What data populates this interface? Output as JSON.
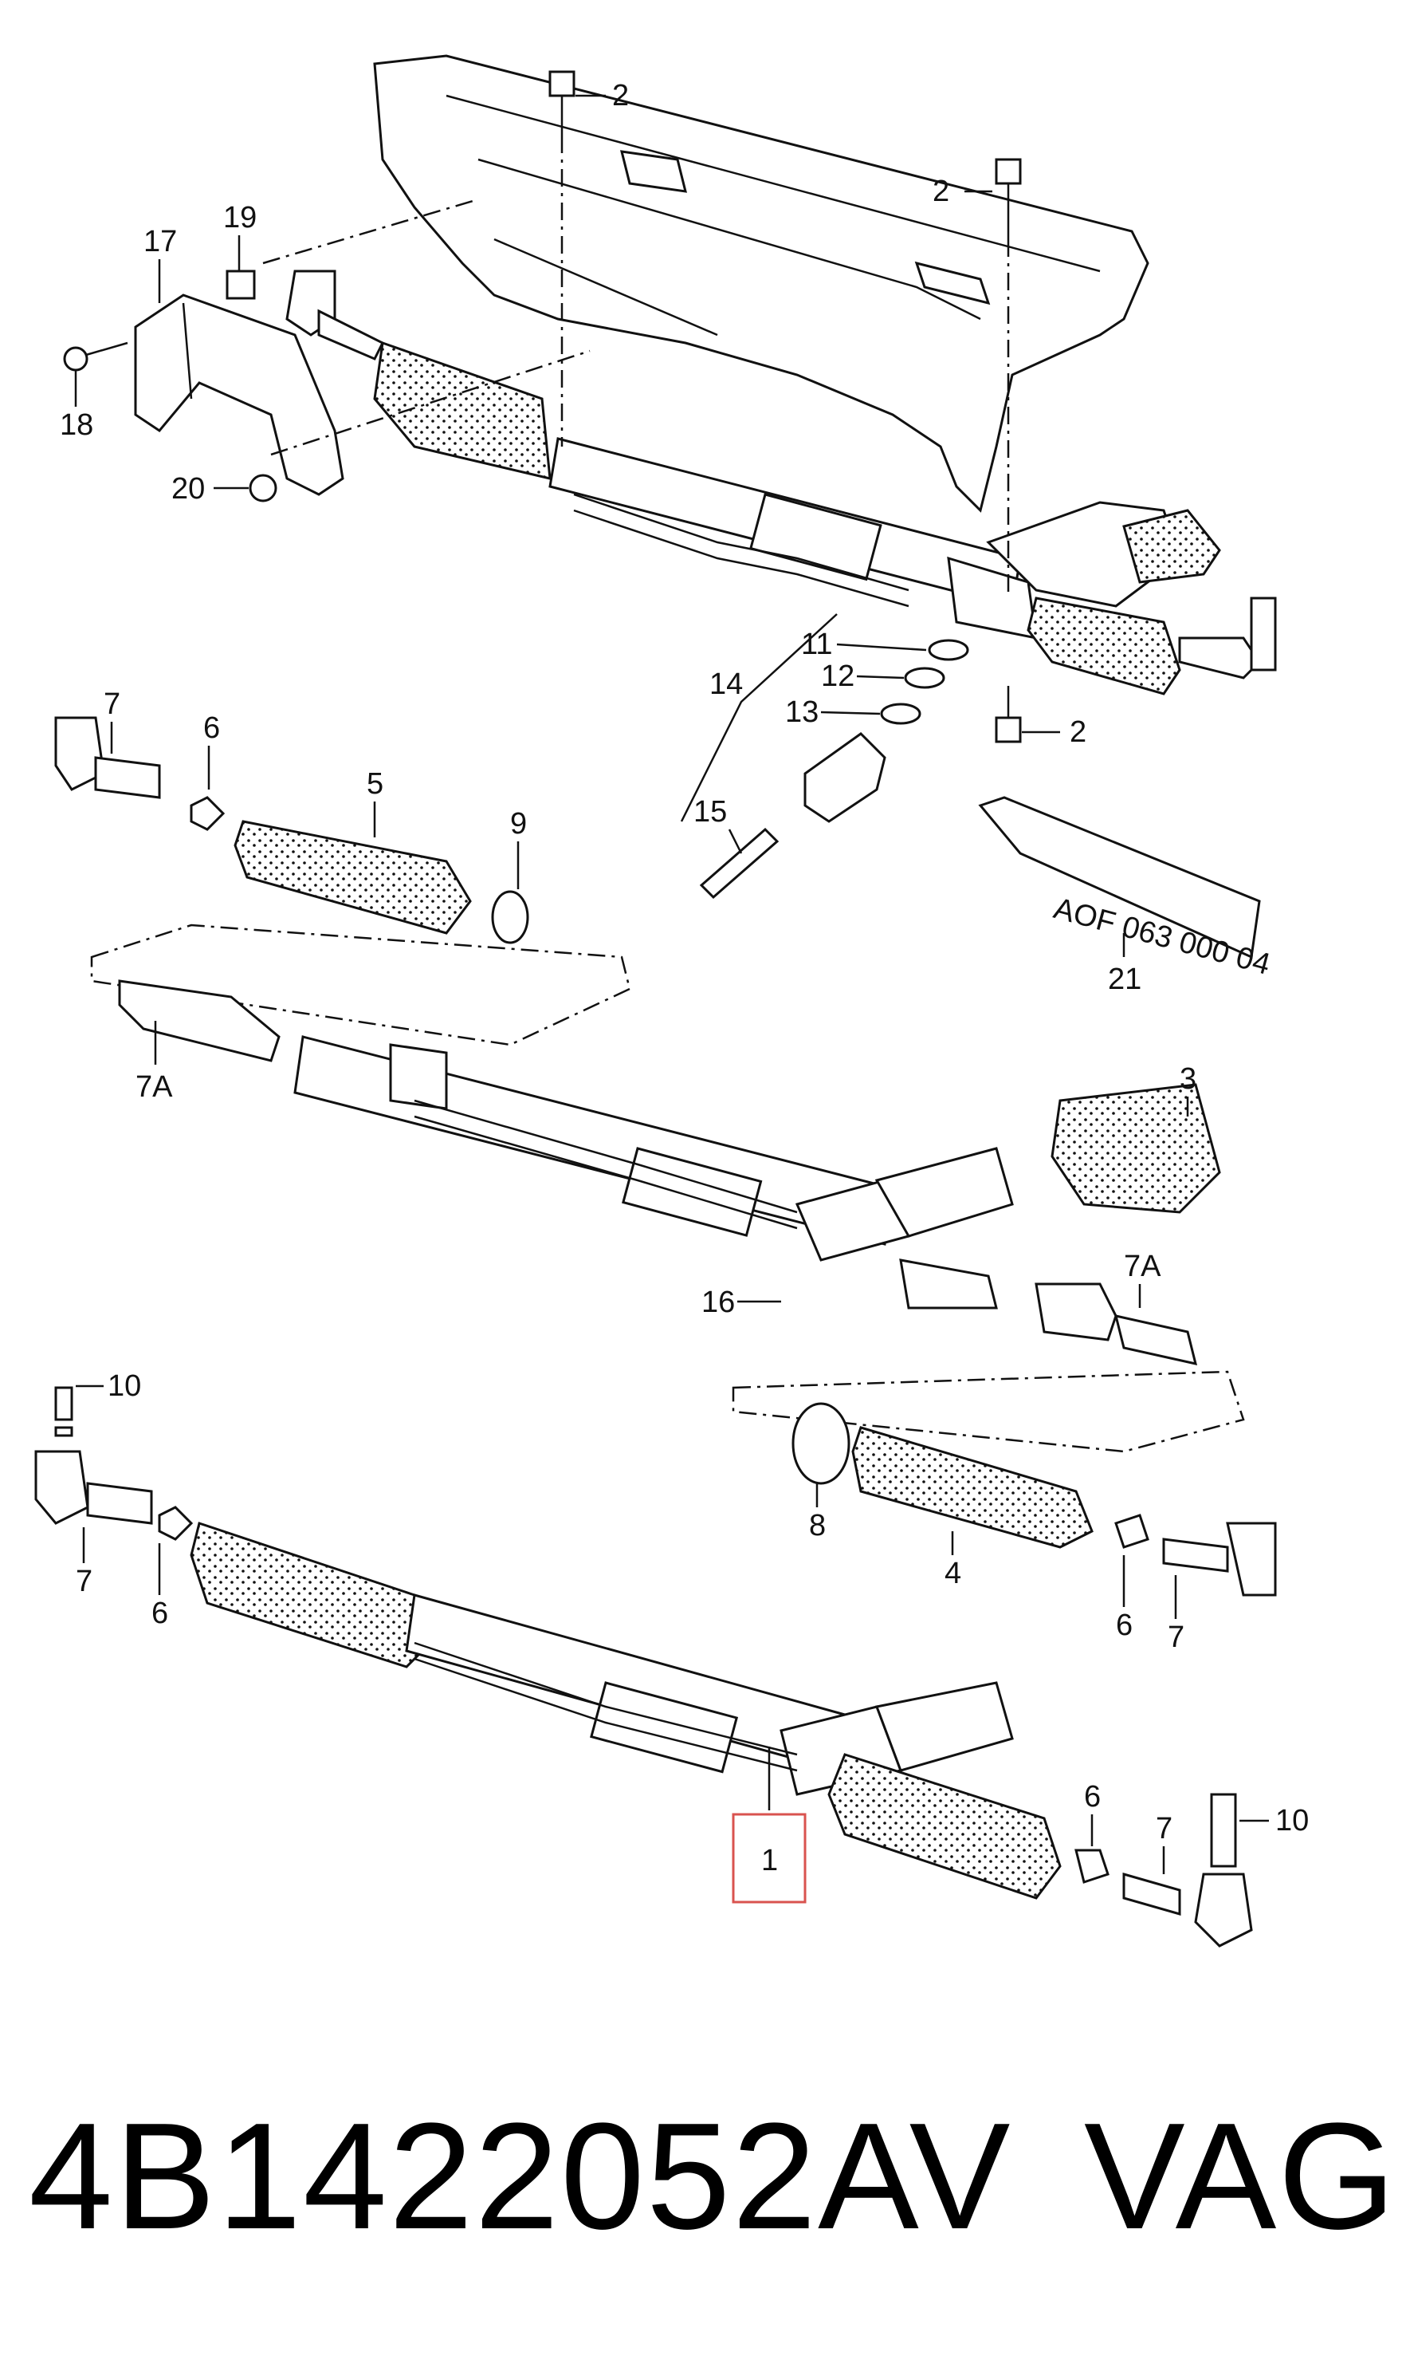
{
  "callouts": {
    "c1": "1",
    "c2a": "2",
    "c2b": "2",
    "c2c": "2",
    "c3": "3",
    "c4": "4",
    "c5": "5",
    "c6a": "6",
    "c6b": "6",
    "c6c": "6",
    "c6d": "6",
    "c7a": "7",
    "c7b": "7",
    "c7c": "7",
    "c7d": "7",
    "c7Aa": "7A",
    "c7Ab": "7A",
    "c8": "8",
    "c9": "9",
    "c10a": "10",
    "c10b": "10",
    "c11": "11",
    "c12": "12",
    "c13": "13",
    "c14": "14",
    "c15": "15",
    "c16": "16",
    "c17": "17",
    "c18": "18",
    "c19": "19",
    "c20": "20",
    "c21": "21"
  },
  "tube_label": "AOF 063 000 04",
  "footer": {
    "part_number": "4B1422052AV",
    "brand": "VAG"
  },
  "colors": {
    "highlight": "#d9534f",
    "ink": "#111111"
  }
}
